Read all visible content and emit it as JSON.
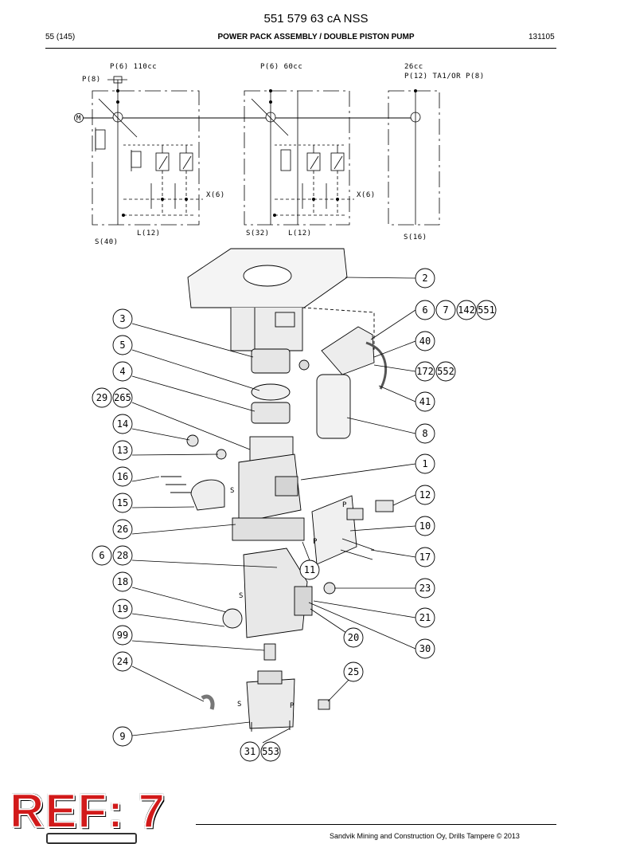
{
  "header": {
    "doc_number": "551 579 63 cA NSS",
    "page": "55 (145)",
    "title": "POWER PACK ASSEMBLY / DOUBLE PISTON PUMP",
    "code": "131105"
  },
  "schematic": {
    "p1_label": "P(6) 110cc",
    "p8_label": "P(8)",
    "motor_label": "M",
    "x6_label_1": "X(6)",
    "l12_label_1": "L(12)",
    "s40_label": "S(40)",
    "p2_label": "P(6) 60cc",
    "x6_label_2": "X(6)",
    "s32_label": "S(32)",
    "l12_label_2": "L(12)",
    "p3_label": "26cc",
    "p3_sub": "P(12) TA1/OR P(8)",
    "s16_label": "S(16)"
  },
  "part_labels": {
    "s_pump1": "S",
    "p_block": "P",
    "p_block2": "P",
    "s_pump2": "S",
    "s_pump3": "S",
    "p_pump3": "P"
  },
  "callouts": [
    "2",
    "6",
    "7",
    "142",
    "551",
    "3",
    "40",
    "5",
    "172",
    "552",
    "4",
    "41",
    "29",
    "265",
    "8",
    "14",
    "13",
    "1",
    "16",
    "12",
    "15",
    "10",
    "26",
    "17",
    "6",
    "28",
    "11",
    "18",
    "23",
    "19",
    "21",
    "99",
    "20",
    "30",
    "24",
    "25",
    "9",
    "31",
    "553"
  ],
  "stamp": {
    "text": "REF: 7"
  },
  "footer": {
    "text": "Sandvik Mining and Construction Oy, Drills Tampere © 2013"
  }
}
